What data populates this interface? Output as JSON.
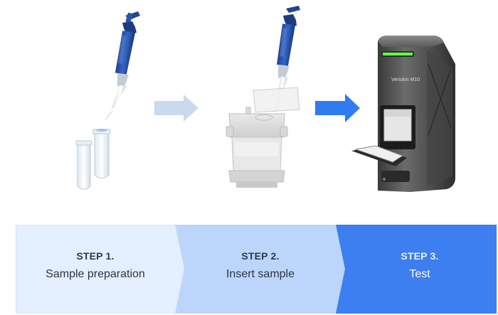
{
  "device": {
    "brand_label": "Veriskin M10"
  },
  "steps": [
    {
      "title": "STEP 1.",
      "desc": "Sample preparation"
    },
    {
      "title": "STEP 2.",
      "desc": "Insert sample"
    },
    {
      "title": "STEP 3.",
      "desc": "Test"
    }
  ],
  "colors": {
    "step1_bg": "#e4efff",
    "step2_bg": "#bcd6fb",
    "step3_bg": "#3d7ef0",
    "arrow_light": "#c9daef",
    "arrow_blue": "#2f7bf0"
  }
}
